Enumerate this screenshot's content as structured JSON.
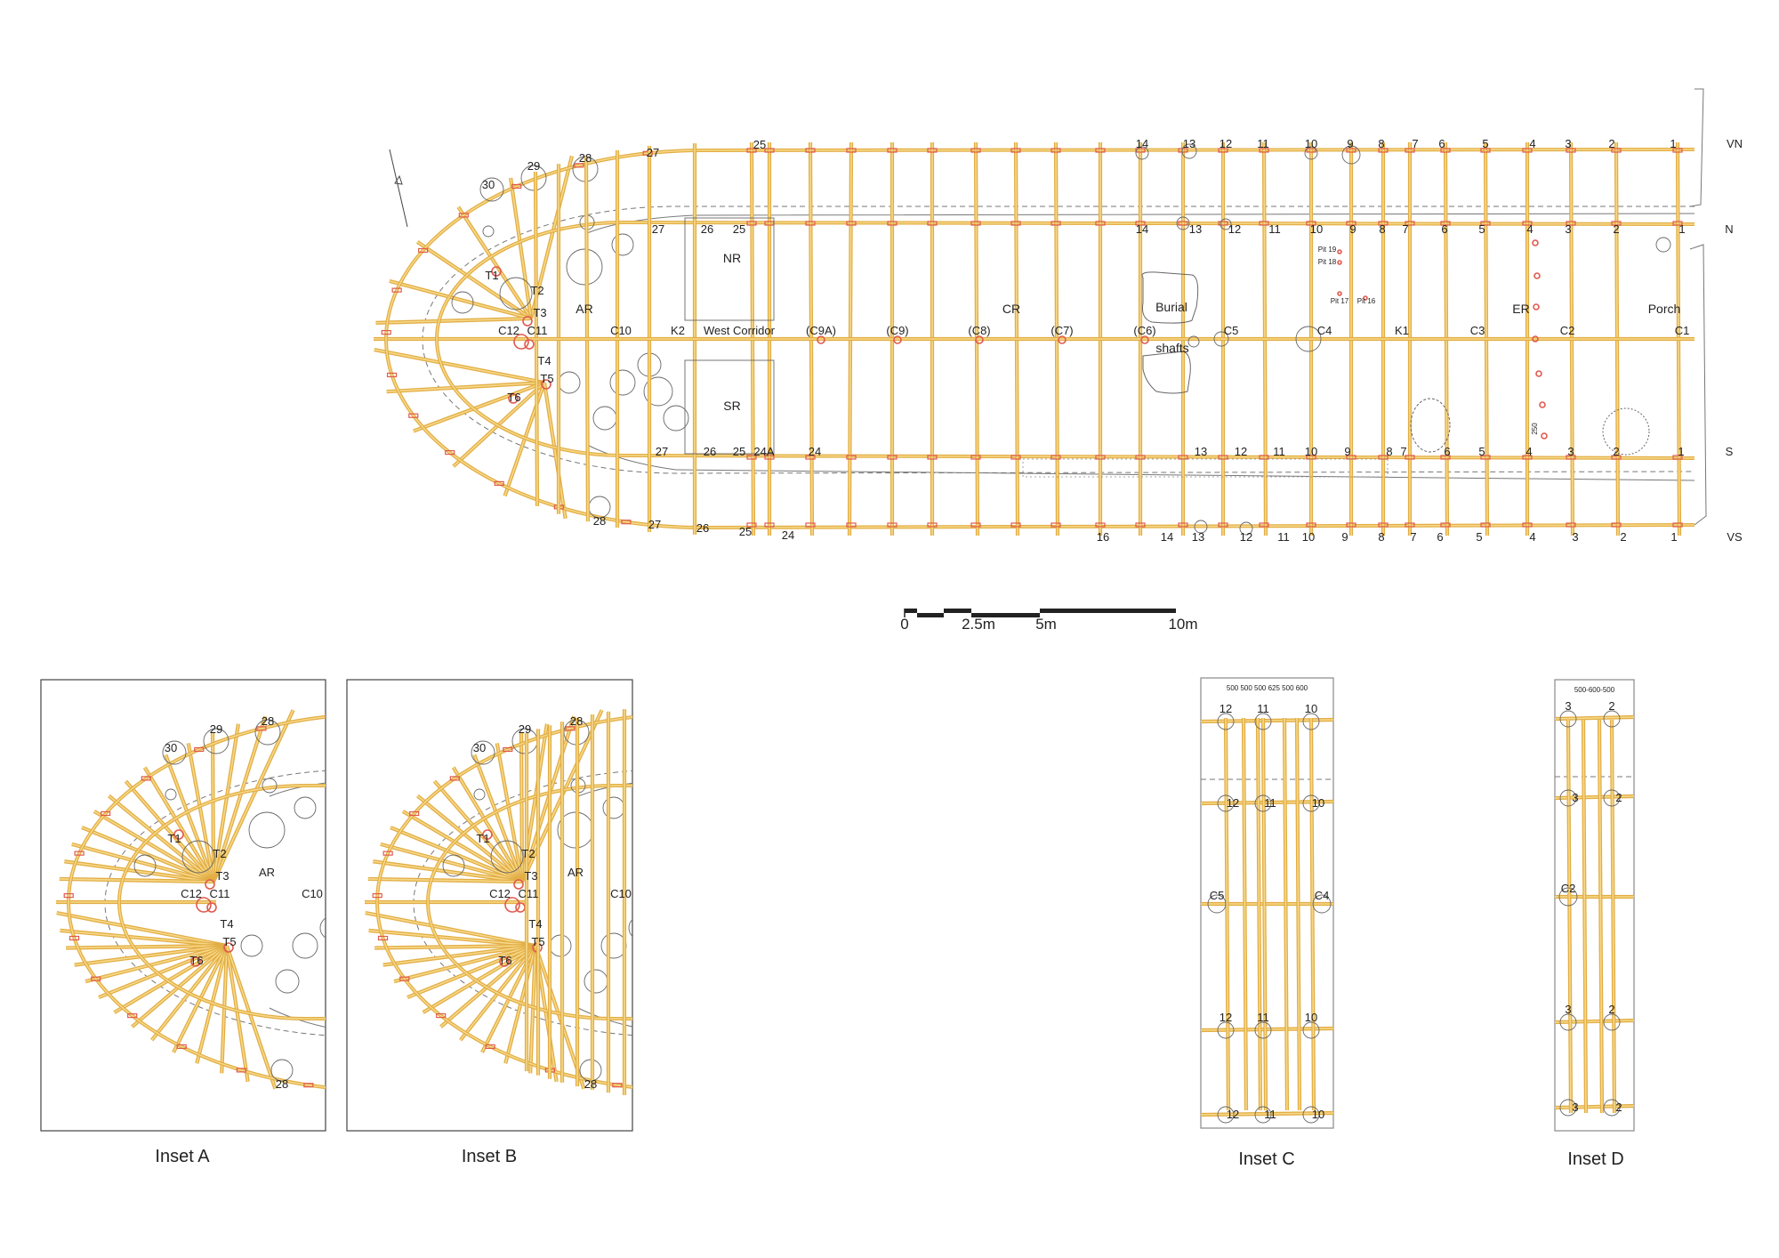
{
  "plan": {
    "row_labels": {
      "vn": "VN",
      "n": "N",
      "s": "S",
      "vs": "VS"
    },
    "vn_numbers": [
      "30",
      "29",
      "28",
      "27",
      "25",
      "14",
      "13",
      "12",
      "11",
      "10",
      "9",
      "8",
      "7",
      "6",
      "5",
      "4",
      "3",
      "2",
      "1"
    ],
    "n_numbers": [
      "27",
      "26",
      "25",
      "14",
      "13",
      "12",
      "11",
      "10",
      "9",
      "8",
      "7",
      "6",
      "5",
      "4",
      "3",
      "2",
      "1"
    ],
    "s_numbers": [
      "27",
      "26",
      "25",
      "24A",
      "24",
      "13",
      "12",
      "11",
      "10",
      "9",
      "8",
      "7",
      "6",
      "5",
      "4",
      "3",
      "2",
      "1"
    ],
    "vs_numbers": [
      "28",
      "27",
      "26",
      "25",
      "24",
      "16",
      "14",
      "13",
      "12",
      "11",
      "10",
      "9",
      "8",
      "7",
      "6",
      "5",
      "4",
      "3",
      "2",
      "1"
    ],
    "axis_labels": [
      "C12",
      "C11",
      "C10",
      "K2",
      "West Corridor",
      "(C9A)",
      "(C9)",
      "(C8)",
      "(C7)",
      "(C6)",
      "C5",
      "C4",
      "K1",
      "C3",
      "C2",
      "C1"
    ],
    "rooms": {
      "nr": "NR",
      "sr": "SR",
      "ar": "AR",
      "cr": "CR",
      "er": "ER",
      "porch": "Porch",
      "burial": "Burial",
      "shafts": "shafts"
    },
    "trusses": [
      "T1",
      "T2",
      "T3",
      "T4",
      "T5",
      "T6"
    ],
    "pits": [
      "Pit 19",
      "Pit 18",
      "Pit 17",
      "Pit 16"
    ],
    "feature_number": "250"
  },
  "scale_bar": {
    "labels": [
      "0",
      "2.5m",
      "5m",
      "10m"
    ]
  },
  "insets": {
    "a": {
      "caption": "Inset A",
      "labels": [
        "30",
        "29",
        "28",
        "28",
        "T1",
        "T2",
        "T3",
        "T4",
        "T5",
        "T6",
        "C12",
        "C11",
        "C10",
        "AR"
      ]
    },
    "b": {
      "caption": "Inset B",
      "labels": [
        "30",
        "29",
        "28",
        "28",
        "T1",
        "T2",
        "T3",
        "T4",
        "T5",
        "T6",
        "C12",
        "C11",
        "C10",
        "AR"
      ]
    },
    "c": {
      "caption": "Inset C",
      "spacing": "500 500 500 625 500 600",
      "rows": [
        [
          "12",
          "11",
          "10"
        ],
        [
          "12",
          "11",
          "10"
        ],
        [
          "12",
          "11",
          "10"
        ],
        [
          "12",
          "11",
          "10"
        ]
      ],
      "posts": [
        "C5",
        "C4"
      ]
    },
    "d": {
      "caption": "Inset D",
      "spacing": "500-600-500",
      "rows": [
        [
          "3",
          "2"
        ],
        [
          "3",
          "2"
        ],
        [
          "3",
          "2"
        ],
        [
          "3",
          "2"
        ]
      ],
      "posts": [
        "C2"
      ]
    }
  },
  "colors": {
    "timber": "#E2AE45",
    "timber_light": "#F7D98A",
    "joint": "#E05A4E",
    "outline": "#666666",
    "text": "#222222"
  }
}
